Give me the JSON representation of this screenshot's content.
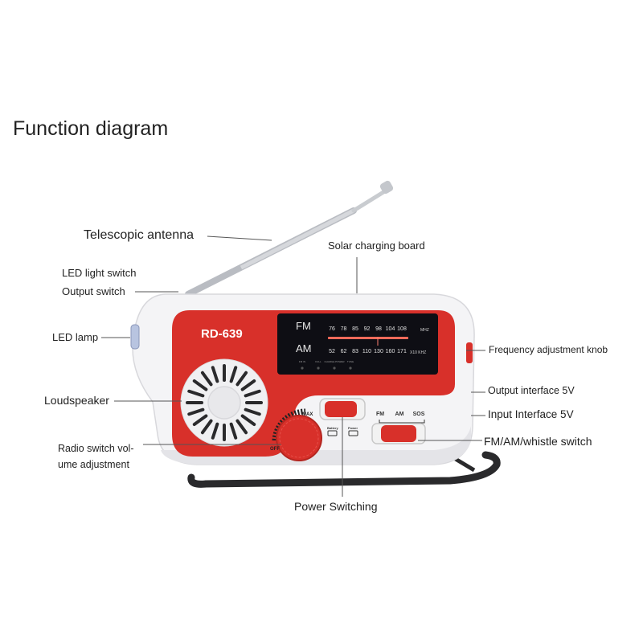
{
  "title": "Function diagram",
  "labels": {
    "antenna": "Telescopic antenna",
    "solar": "Solar charging board",
    "led_switch": "LED light switch",
    "output_switch": "Output switch",
    "led_lamp": "LED lamp",
    "freq_knob": "Frequency adjustment knob",
    "output_5v": "Output interface 5V",
    "input_5v": "Input Interface 5V",
    "loudspeaker": "Loudspeaker",
    "fm_am_switch": "FM/AM/whistle switch",
    "volume": "Radio switch vol- ume adjustment",
    "power": "Power Switching"
  },
  "device": {
    "model": "RD-639",
    "fm_label": "FM",
    "am_label": "AM",
    "fm_scale": [
      "76",
      "78",
      "85",
      "92",
      "98",
      "104",
      "108"
    ],
    "fm_unit": "MHZ",
    "am_scale": [
      "52",
      "62",
      "83",
      "110",
      "130",
      "160",
      "171"
    ],
    "am_unit": "X10 KHZ",
    "indicators": [
      "FM IN",
      "FULL",
      "CHARGE POWER",
      "TUNE"
    ],
    "knob_max": "MAX",
    "knob_off": "OFF",
    "battery_label": "Battery",
    "power_label": "Power",
    "band_labels": [
      "FM",
      "AM",
      "SOS"
    ]
  },
  "colors": {
    "body": "#f4f4f6",
    "red_panel": "#d8302a",
    "dial_window": "#0e0e14",
    "strap": "#2a2a2c",
    "leader_line": "#555555"
  }
}
